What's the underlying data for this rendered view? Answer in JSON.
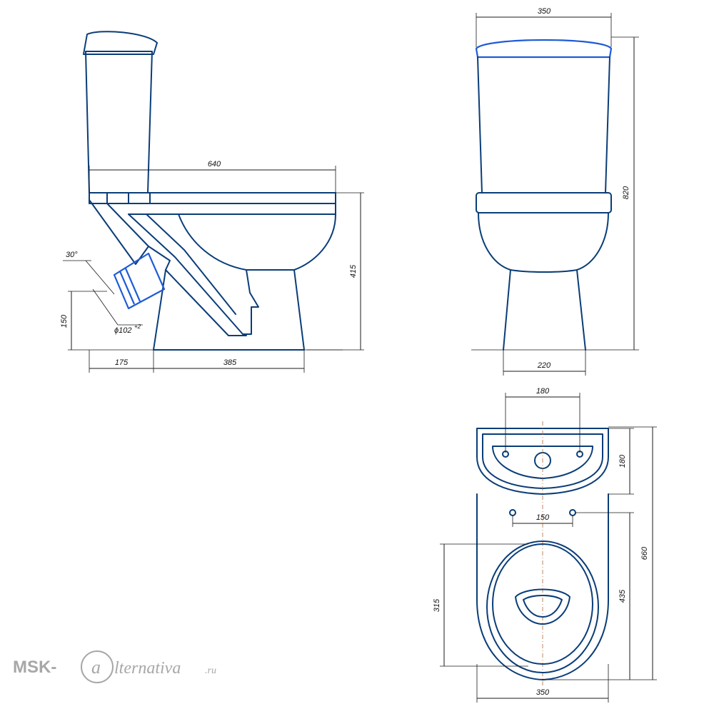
{
  "colors": {
    "outline": "#0a3d78",
    "lid_accent": "#1f5bd6",
    "dimension": "#1a1a1a",
    "watermark": "#a7a7a7"
  },
  "dimensions": {
    "side_length": "640",
    "side_height": "415",
    "outlet_angle": "30°",
    "outlet_height": "150",
    "outlet_diameter": "ϕ102",
    "outlet_diameter_tol": "+2",
    "outlet_offset": "175",
    "foot_length": "385",
    "front_width": "350",
    "total_height": "820",
    "foot_width": "220",
    "tank_holes_spacing": "180",
    "tank_depth": "180",
    "mount_holes_spacing": "150",
    "total_depth": "660",
    "bowl_depth": "435",
    "seat_length": "315",
    "plan_width": "350"
  },
  "watermark": {
    "prefix": "MSK-",
    "circle_letter": "a",
    "suffix": "lternativa",
    "tld": ".ru"
  }
}
